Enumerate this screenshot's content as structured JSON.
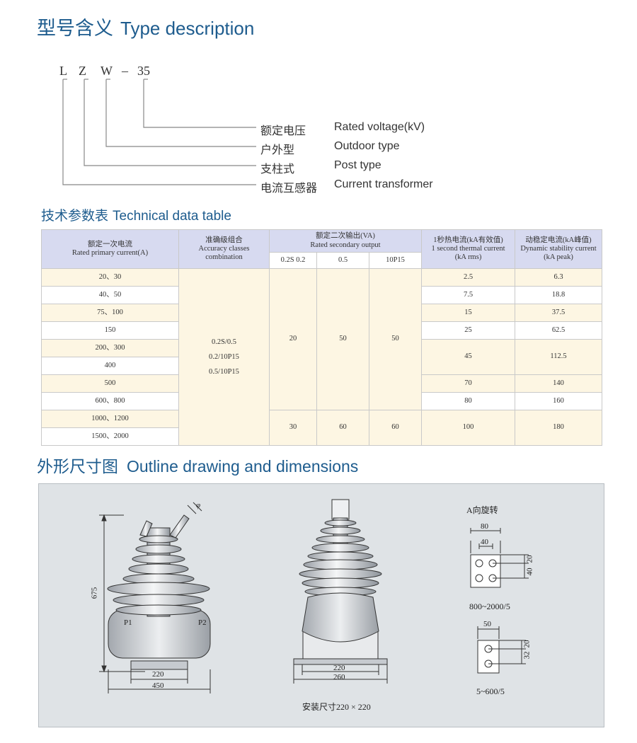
{
  "header": {
    "title_cn": "型号含义",
    "title_en": "Type description"
  },
  "model_code": [
    "L",
    "Z",
    "W",
    "–",
    "35"
  ],
  "legend": [
    {
      "cn": "额定电压",
      "en": "Rated voltage(kV)"
    },
    {
      "cn": "户外型",
      "en": "Outdoor type"
    },
    {
      "cn": "支柱式",
      "en": "Post type"
    },
    {
      "cn": "电流互感器",
      "en": "Current transformer"
    }
  ],
  "tech": {
    "title_cn": "技术参数表",
    "title_en": "Technical data table"
  },
  "table": {
    "headers": {
      "primary_cn": "额定一次电流",
      "primary_en": "Rated primary current(A)",
      "accuracy_cn": "准确级组合",
      "accuracy_en": "Accuracy classes",
      "accuracy_en2": "combination",
      "secondary_cn": "额定二次输出(VA)",
      "secondary_en": "Rated secondary output",
      "sub1": "0.2S  0.2",
      "sub2": "0.5",
      "sub3": "10P15",
      "thermal_cn": "1秒热电流(kA有效值)",
      "thermal_en": "1 second thermal current",
      "thermal_unit": "(kA rms)",
      "dynamic_cn": "动稳定电流(kA峰值)",
      "dynamic_en": "Dynamic stability current",
      "dynamic_unit": "(kA peak)"
    },
    "primary": [
      "20、30",
      "40、50",
      "75、100",
      "150",
      "200、300",
      "400",
      "500",
      "600、800",
      "1000、1200",
      "1500、2000"
    ],
    "accuracy": [
      "0.2S/0.5",
      "0.2/10P15",
      "0.5/10P15"
    ],
    "secondary_a": [
      "20",
      "50",
      "50"
    ],
    "secondary_b": [
      "30",
      "60",
      "60"
    ],
    "thermal": [
      "2.5",
      "7.5",
      "15",
      "25",
      "45",
      "70",
      "80",
      "100"
    ],
    "dynamic": [
      "6.3",
      "18.8",
      "37.5",
      "62.5",
      "112.5",
      "140",
      "160",
      "180"
    ]
  },
  "outline": {
    "title_cn": "外形尺寸图",
    "title_en": "Outline drawing and dimensions"
  },
  "drawing": {
    "height": "675",
    "p1": "P1",
    "p2": "P2",
    "w220": "220",
    "w450": "450",
    "phi": "φ",
    "front_220": "220",
    "front_260": "260",
    "install": "安装尺寸220 × 220",
    "a_rot": "A向旋转",
    "d80": "80",
    "d40": "40",
    "v20": "20",
    "v40": "40",
    "range1": "800~2000/5",
    "d50": "50",
    "v20b": "20",
    "v32": "32",
    "range2": "5~600/5"
  }
}
